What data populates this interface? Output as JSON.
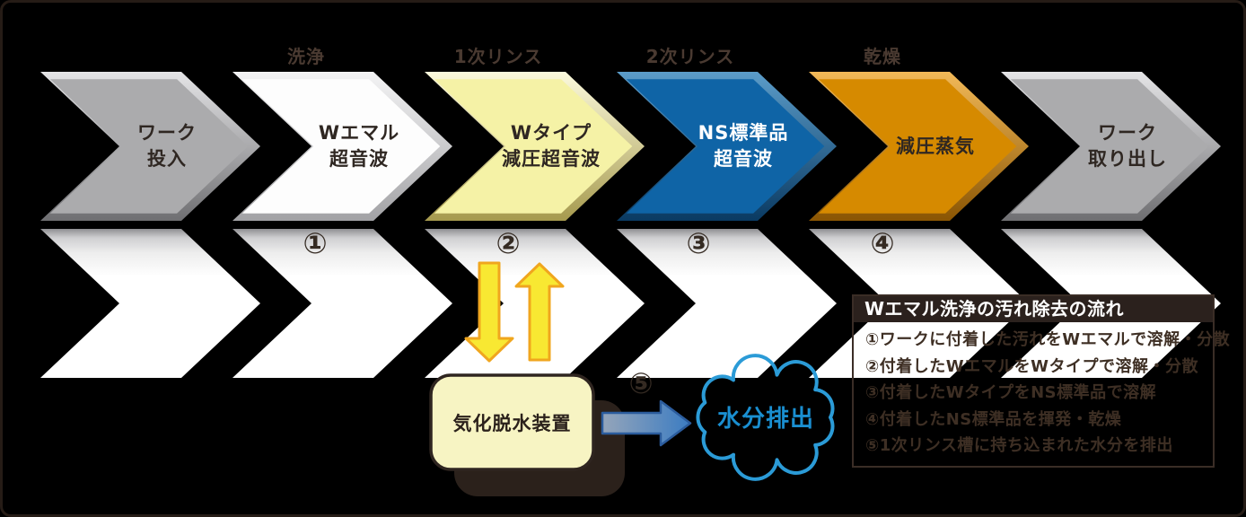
{
  "canvas": {
    "background": "#000000",
    "frame_border": "#261c16"
  },
  "flow": {
    "steps": [
      {
        "lines": [
          "ワーク",
          "投入"
        ],
        "stage": "",
        "number": "",
        "fill": "#ababad"
      },
      {
        "lines": [
          "Wエマル",
          "超音波"
        ],
        "stage": "洗浄",
        "number": "①",
        "fill": "#fdfdfd"
      },
      {
        "lines": [
          "Wタイプ",
          "減圧超音波"
        ],
        "stage": "1次リンス",
        "number": "②",
        "fill": "#f5f2a6"
      },
      {
        "lines": [
          "NS標準品",
          "超音波"
        ],
        "stage": "2次リンス",
        "number": "③",
        "fill": "#0f64a6"
      },
      {
        "lines": [
          "減圧蒸気"
        ],
        "stage": "乾燥",
        "number": "④",
        "fill": "#d68a00"
      },
      {
        "lines": [
          "ワーク",
          "取り出し"
        ],
        "stage": "",
        "number": "",
        "fill": "#ababad"
      }
    ]
  },
  "dehydrator": {
    "label": "気化脱水装置",
    "number": "⑤",
    "fill": "#f7f4c3",
    "border": "#2f2520",
    "shadow": "#2b211b"
  },
  "exhaust_cloud": {
    "label": "水分排出",
    "outline": "#2b9bd7",
    "text_color": "#1a8fd1"
  },
  "arrows": {
    "yellow_fill": "#f8e832",
    "yellow_stroke": "#f0a61e",
    "blue_fill": "#3b7cc2",
    "blue_stroke": "#2b5c9d"
  },
  "info_panel": {
    "title": "Wエマル洗浄の汚れ除去の流れ",
    "title_bg": "#2b211d",
    "items": [
      "①ワークに付着した汚れをWエマルで溶解・分散",
      "②付着したWエマルをWタイプで溶解・分散",
      "③付着したWタイプをNS標準品で溶解",
      "④付着したNS標準品を揮発・乾燥",
      "⑤1次リンス槽に持ち込まれた水分を排出"
    ]
  }
}
